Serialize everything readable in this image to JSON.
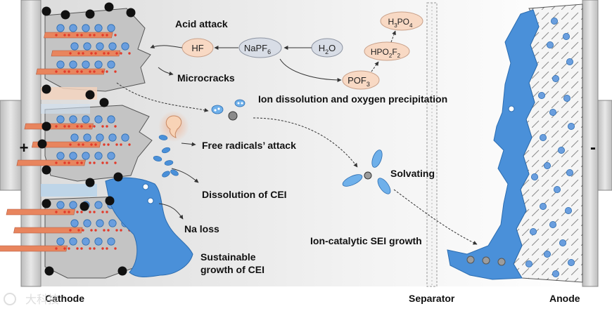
{
  "labels": {
    "acid_attack": "Acid attack",
    "microcracks": "Microcracks",
    "ion_dissolution": "Ion dissolution and oxygen precipitation",
    "free_radicals": "Free radicals’ attack",
    "dissolution_cei": "Dissolution of CEI",
    "na_loss": "Na loss",
    "sustainable_1": "Sustainable",
    "sustainable_2": "growth of CEI",
    "solvating": "Solvating",
    "ion_catalytic": "Ion-catalytic SEI growth"
  },
  "species": {
    "hf": "HF",
    "napf6": "NaPF",
    "napf6_sub": "6",
    "h2o_h": "H",
    "h2o_sub": "2",
    "h2o_o": "O",
    "h3po4_h": "H",
    "h3po4_sub1": "3",
    "h3po4_mid": "PO",
    "h3po4_sub2": "4",
    "hpo2f2_a": "HPO",
    "hpo2f2_sub1": "2",
    "hpo2f2_b": "F",
    "hpo2f2_sub2": "2",
    "pof3": "POF",
    "pof3_sub": "3"
  },
  "electrodes": {
    "plus": "+",
    "minus": "-"
  },
  "footer": {
    "cathode": "Cathode",
    "separator": "Separator",
    "anode": "Anode"
  },
  "watermark": {
    "text": "大科技"
  },
  "colors": {
    "species_fill": "#f8d9c4",
    "species_stroke": "#c9a18a",
    "solvent_fill": "#d8dde6",
    "cei_blue": "#4a90d9",
    "lattice_orange": "#e8855e",
    "lattice_blue": "#6a9ede",
    "particle_gray": "#c4c4c4",
    "anode_gray": "#eeeeee"
  }
}
